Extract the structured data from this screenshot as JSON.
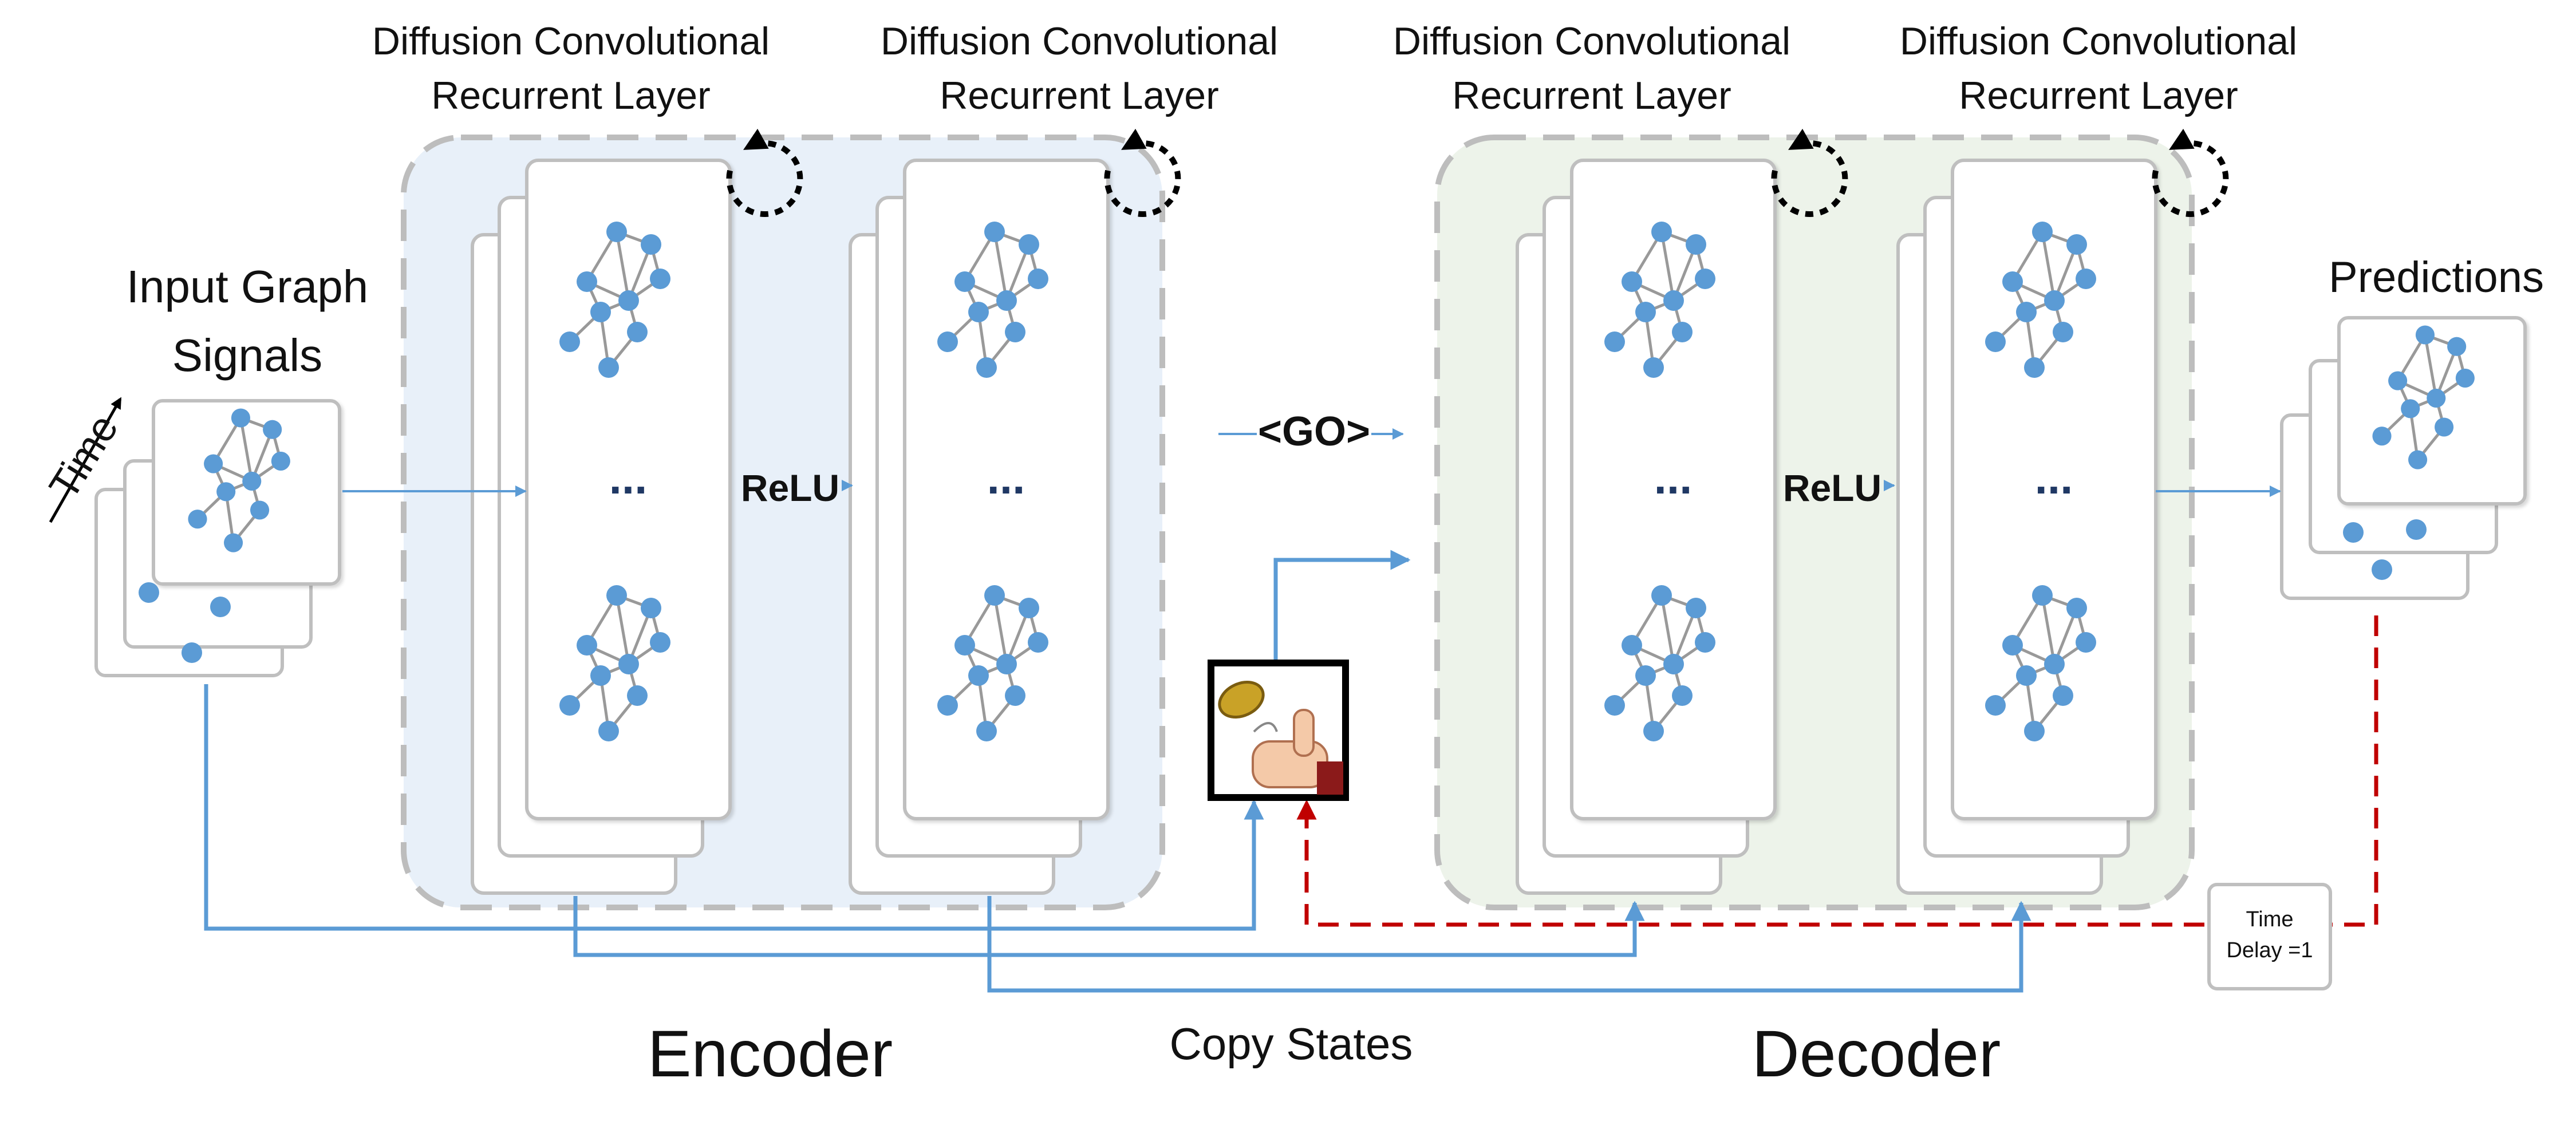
{
  "layer_labels": {
    "enc1": [
      "Diffusion Convolutional",
      "Recurrent Layer"
    ],
    "enc2": [
      "Diffusion Convolutional",
      "Recurrent Layer"
    ],
    "dec1": [
      "Diffusion Convolutional",
      "Recurrent Layer"
    ],
    "dec2": [
      "Diffusion Convolutional",
      "Recurrent Layer"
    ]
  },
  "input": {
    "title_line1": "Input Graph",
    "title_line2": "Signals",
    "time_label": "Time"
  },
  "activations": {
    "encoder": "ReLU",
    "decoder": "ReLU"
  },
  "go_token": "<GO>",
  "ellipsis": "...",
  "predictions_label": "Predictions",
  "time_delay": {
    "line1": "Time",
    "line2": "Delay =1"
  },
  "section_labels": {
    "encoder": "Encoder",
    "copy_states": "Copy States",
    "decoder": "Decoder"
  },
  "colors": {
    "encoder_bg": "#e8f0f9",
    "decoder_bg": "#edf3ea",
    "node": "#5b9bd5",
    "edge": "#999999",
    "arrow_blue": "#5b9bd5",
    "arrow_red": "#c00000"
  },
  "icons": {
    "sampler": "coin-flip-hand-icon",
    "recurrence": "dotted-loop-arrow-icon"
  }
}
